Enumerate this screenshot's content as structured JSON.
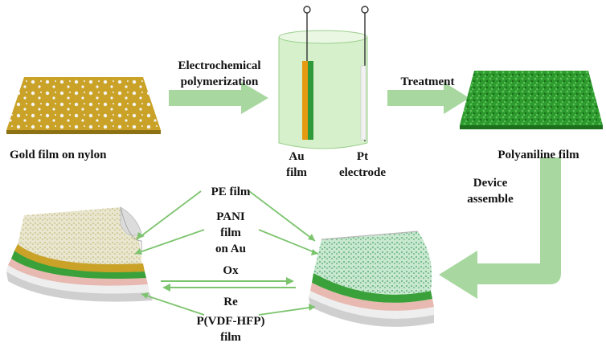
{
  "labels": {
    "gold_film": "Gold film on nylon",
    "electrochem_1": "Electrochemical",
    "electrochem_2": "polymerization",
    "treatment": "Treatment",
    "au_1": "Au",
    "au_2": "film",
    "pt_1": "Pt",
    "pt_2": "electrode",
    "polyaniline_film": "Polyaniline film",
    "device_1": "Device",
    "device_2": "assemble",
    "pe_film": "PE film",
    "pani_1": "PANI",
    "pani_2": "film",
    "pani_3": "on Au",
    "ox": "Ox",
    "re": "Re",
    "pvdf_1": "P(VDF-HFP)",
    "pvdf_2": "film"
  },
  "colors": {
    "gold": "#c9a227",
    "gold_dark": "#8d7214",
    "green": "#2e9e2e",
    "green_dark": "#1d6e1d",
    "arrow": "#a8d8a0",
    "arrow_line": "#7cc46e",
    "electrode_au": "#e69a12",
    "electrode_green": "#2f9a3a",
    "electrolyte": "#d6f0cc"
  }
}
